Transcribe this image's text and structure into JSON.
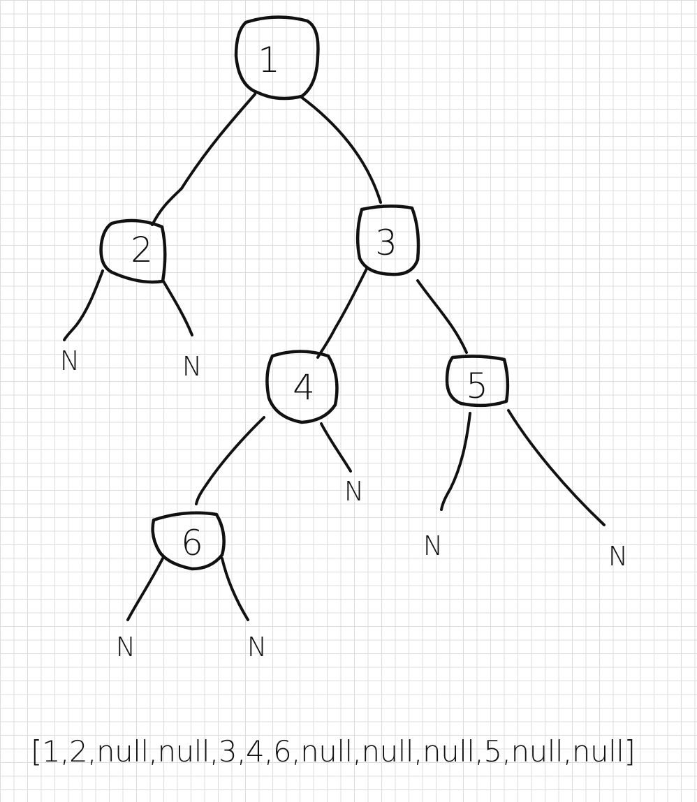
{
  "nodes": [
    {
      "id": "n1",
      "label": "1"
    },
    {
      "id": "n2",
      "label": "2"
    },
    {
      "id": "n3",
      "label": "3"
    },
    {
      "id": "n4",
      "label": "4"
    },
    {
      "id": "n5",
      "label": "5"
    },
    {
      "id": "n6",
      "label": "6"
    }
  ],
  "edges": [
    {
      "from": "1",
      "to": "2"
    },
    {
      "from": "1",
      "to": "3"
    },
    {
      "from": "3",
      "to": "4"
    },
    {
      "from": "3",
      "to": "5"
    },
    {
      "from": "4",
      "to": "6"
    }
  ],
  "null_marker": "N",
  "null_children": [
    {
      "parent": "2",
      "side": "left"
    },
    {
      "parent": "2",
      "side": "right"
    },
    {
      "parent": "4",
      "side": "right"
    },
    {
      "parent": "5",
      "side": "left"
    },
    {
      "parent": "5",
      "side": "right"
    },
    {
      "parent": "6",
      "side": "left"
    },
    {
      "parent": "6",
      "side": "right"
    }
  ],
  "caption": "[1,2,null,null,3,4,6,null,null,null,5,null,null]"
}
